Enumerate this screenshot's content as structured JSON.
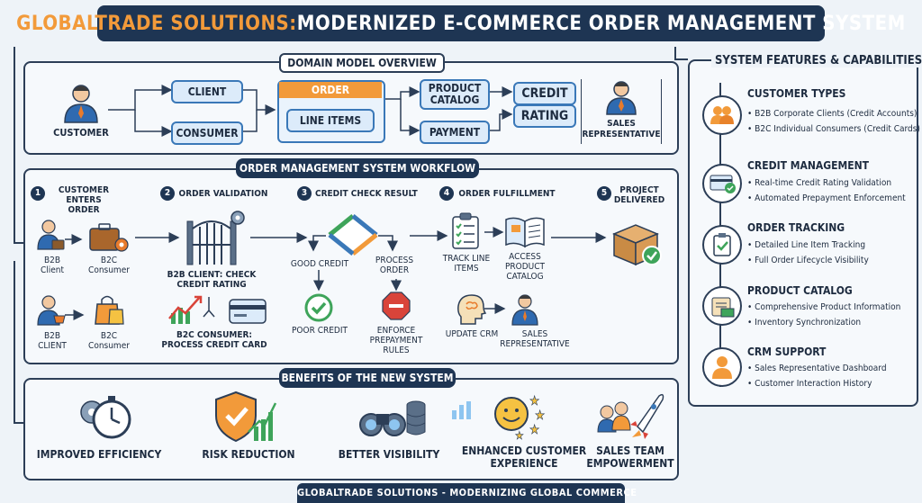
{
  "title": {
    "brand": "GLOBALTRADE SOLUTIONS:",
    "rest": " MODERNIZED E-COMMERCE ORDER MANAGEMENT SYSTEM"
  },
  "domain": {
    "label": "DOMAIN MODEL OVERVIEW",
    "customer": "CUSTOMER",
    "client": "CLIENT",
    "consumer": "CONSUMER",
    "order": "ORDER",
    "line_items": "LINE ITEMS",
    "product_catalog": "PRODUCT CATALOG",
    "payment": "PAYMENT",
    "credit": "CREDIT",
    "rating": "RATING",
    "sales_rep": "SALES REPRESENTATIVE"
  },
  "workflow": {
    "label": "ORDER MANAGEMENT SYSTEM WORKFLOW",
    "steps": [
      {
        "num": "1",
        "title": "CUSTOMER ENTERS ORDER"
      },
      {
        "num": "2",
        "title": "ORDER VALIDATION"
      },
      {
        "num": "3",
        "title": "CREDIT CHECK RESULT"
      },
      {
        "num": "4",
        "title": "ORDER FULFILLMENT"
      },
      {
        "num": "5",
        "title": "PROJECT DELIVERED"
      }
    ],
    "b2b_client": "B2B Client",
    "b2c_consumer": "B2C Consumer",
    "b2b_client_2": "B2B CLIENT",
    "b2c_consumer_2": "B2C Consumer",
    "b2b_check": "B2B CLIENT: CHECK CREDIT RATING",
    "b2c_process": "B2C CONSUMER: PROCESS CREDIT CARD",
    "good_credit": "GOOD CREDIT",
    "process_order": "PROCESS ORDER",
    "poor_credit": "POOR CREDIT",
    "enforce": "ENFORCE PREPAYMENT RULES",
    "track": "TRACK LINE ITEMS",
    "access": "ACCESS PRODUCT CATALOG",
    "update_crm": "UPDATE CRM",
    "sales_rep": "SALES REPRESENTATIVE"
  },
  "benefits": {
    "label": "Benefits of the New System",
    "items": [
      "IMPROVED EFFICIENCY",
      "RISK REDUCTION",
      "BETTER VISIBILITY",
      "ENHANCED CUSTOMER EXPERIENCE",
      "SALES TEAM EMPOWERMENT"
    ]
  },
  "features": {
    "label": "SYSTEM FEATURES & CAPABILITIES",
    "groups": [
      {
        "title": "CUSTOMER TYPES",
        "icon": "users-icon",
        "items": [
          "B2B Corporate Clients (Credit Accounts)",
          "B2C Individual Consumers (Credit Cards)"
        ]
      },
      {
        "title": "CREDIT MANAGEMENT",
        "icon": "credit-card-check-icon",
        "items": [
          "Real-time Credit Rating Validation",
          "Automated Prepayment Enforcement"
        ]
      },
      {
        "title": "ORDER TRACKING",
        "icon": "clipboard-check-icon",
        "items": [
          "Detailed Line Item Tracking",
          "Full Order Lifecycle Visibility"
        ]
      },
      {
        "title": "PRODUCT CATALOG",
        "icon": "catalog-icon",
        "items": [
          "Comprehensive Product Information",
          "Inventory Synchronization"
        ]
      },
      {
        "title": "CRM SUPPORT",
        "icon": "crm-person-icon",
        "items": [
          "Sales Representative Dashboard",
          "Customer Interaction History"
        ]
      }
    ]
  },
  "footer": "GLOBALTRADE SOLUTIONS - MODERNIZING GLOBAL COMMERCE",
  "colors": {
    "navy": "#1e3553",
    "orange": "#f29a3a",
    "blue": "#3a78b8",
    "green": "#3ea45a",
    "red": "#d9443a"
  }
}
